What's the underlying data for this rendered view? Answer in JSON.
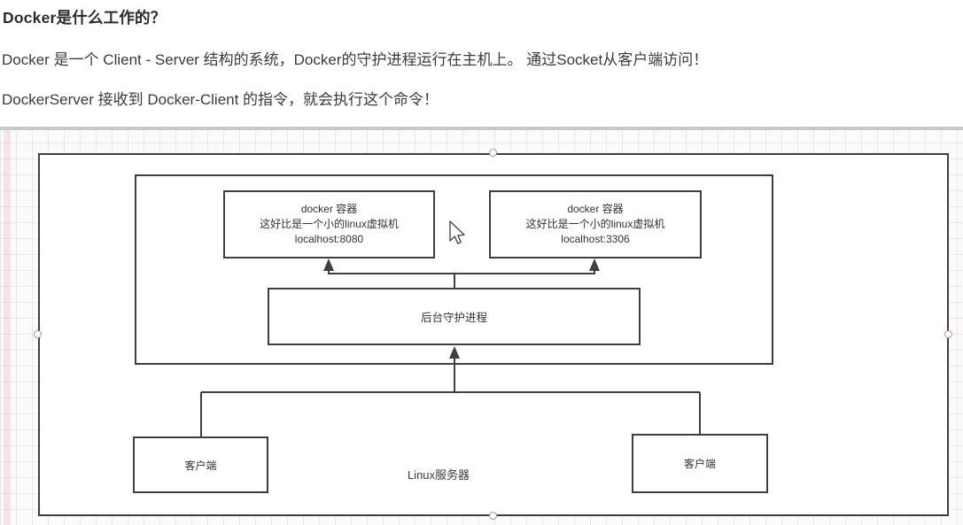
{
  "page": {
    "title": "Docker是什么工作的？",
    "paragraphs": [
      "Docker 是一个 Client - Server 结构的系统，Docker的守护进程运行在主机上。 通过Socket从客户端访问！",
      "DockerServer 接收到 Docker-Client 的指令，就会执行这个命令！"
    ]
  },
  "diagram": {
    "containers": [
      {
        "title": "docker 容器",
        "subtitle": "这好比是一个小的linux虚拟机",
        "address": "localhost:8080"
      },
      {
        "title": "docker 容器",
        "subtitle": "这好比是一个小的linux虚拟机",
        "address": "localhost:3306"
      }
    ],
    "daemon_label": "后台守护进程",
    "clients": [
      {
        "label": "客户端"
      },
      {
        "label": "客户端"
      }
    ],
    "server_label": "Linux服务器",
    "colors": {
      "box_border": "#3f3f3f",
      "box_fill": "#ffffff",
      "text": "#333333",
      "handle_stroke": "#bf8a92",
      "canvas_grid": "#cdb8c2",
      "canvas_background": "#fcfbfb"
    }
  }
}
